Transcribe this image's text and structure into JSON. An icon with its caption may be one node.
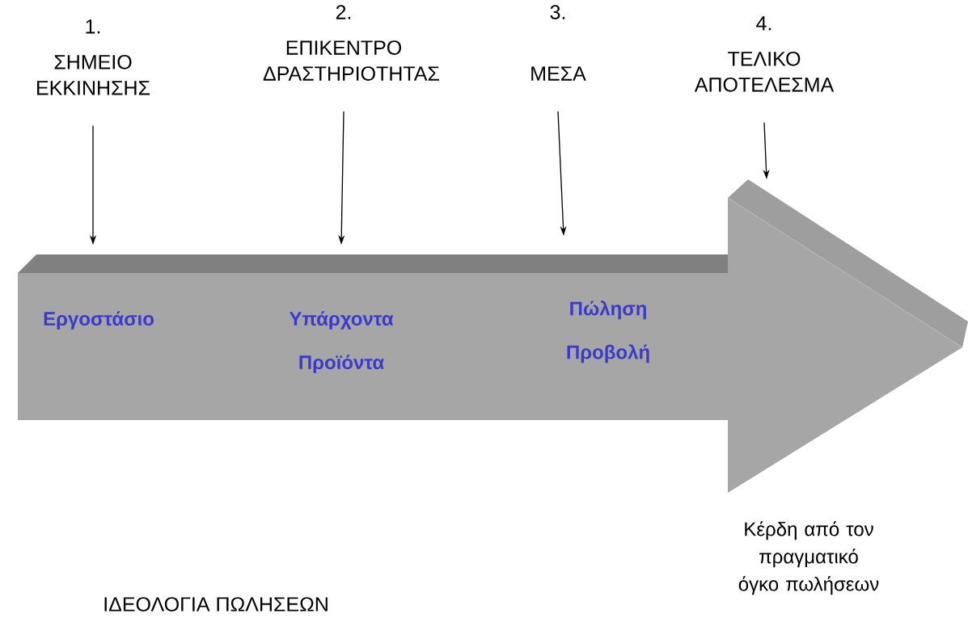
{
  "diagram": {
    "caption": "ΙΔΕΟΛΟΓΙΑ ΠΩΛΗΣΕΩΝ",
    "nodes": [
      {
        "text": [
          "1.",
          "ΣΗΜΕΙΟ ΕΚΚΙΝΗΣΗΣ"
        ]
      },
      {
        "text": [
          "2.",
          "ΕΠΙΚΕΝΤΡΟ ΔΡΑΣΤΗΡΙΟΤΗΤΑΣ"
        ]
      },
      {
        "text": [
          "3.",
          "ΜΕΣΑ"
        ]
      },
      {
        "text": [
          "4.",
          "ΤΕΛΙΚΟ ΑΠΟΤΕΛΕΣΜΑ"
        ]
      },
      {
        "text": [],
        "shape": "arrow",
        "beside": [
          "Κέρδη από τον πραγματικό όγκο πωλήσεων"
        ]
      },
      {
        "text": [
          "Εργοστάσιο"
        ],
        "in": 4
      },
      {
        "text": [
          "Υπάρχοντα Προϊόντα"
        ],
        "in": 4
      },
      {
        "text": [
          "Πώληση Προβολή"
        ],
        "in": 4
      }
    ],
    "edges": [
      {
        "from": 0,
        "to": 4,
        "arrow": "to"
      },
      {
        "from": 1,
        "to": 4,
        "arrow": "to"
      },
      {
        "from": 2,
        "to": 4,
        "arrow": "to"
      },
      {
        "from": 3,
        "to": 4,
        "arrow": "to"
      }
    ]
  }
}
